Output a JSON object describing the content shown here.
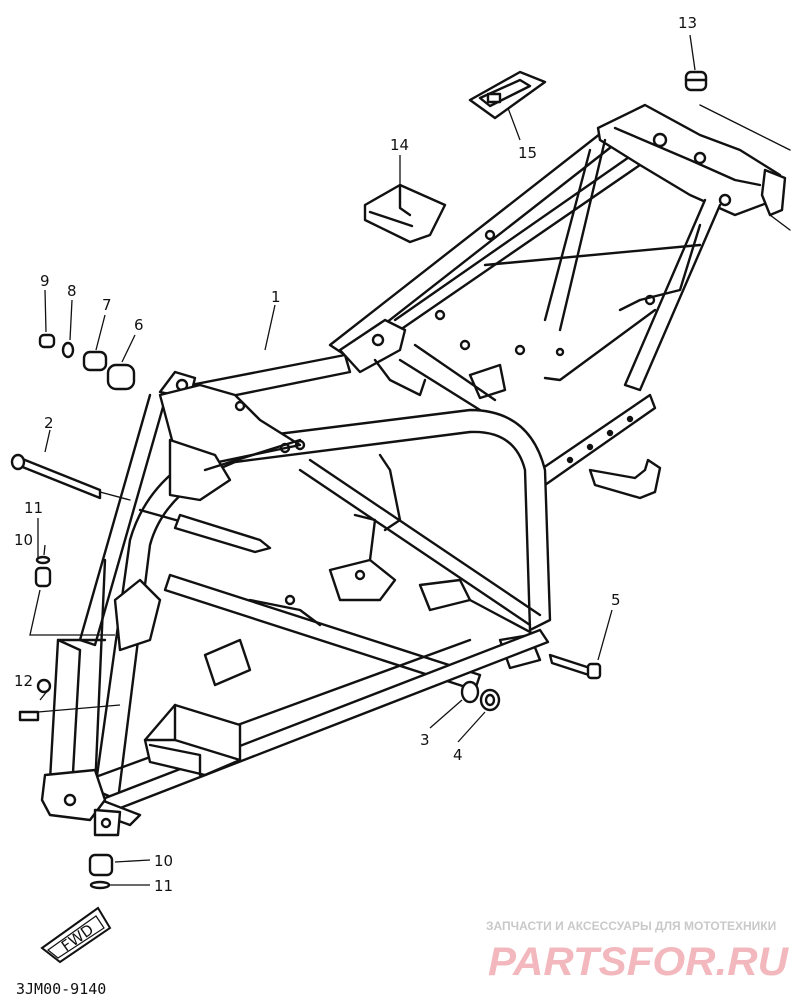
{
  "diagram": {
    "callouts": {
      "c1": "1",
      "c2": "2",
      "c3": "3",
      "c4": "4",
      "c5": "5",
      "c6": "6",
      "c7": "7",
      "c8": "8",
      "c9": "9",
      "c10a": "10",
      "c10b": "10",
      "c11a": "11",
      "c11b": "11",
      "c12": "12",
      "c13": "13",
      "c14": "14",
      "c15": "15"
    },
    "fwd_mark": "FWD",
    "drawing_code": "3JM00-9140"
  },
  "watermark": {
    "tagline": "ЗАПЧАСТИ И АКСЕССУАРЫ ДЛЯ МОТОТЕХНИКИ",
    "logo": "PARTSFOR.RU"
  },
  "colors": {
    "ink": "#111111",
    "background": "#ffffff",
    "watermark_logo": "#f2b8bd",
    "watermark_text": "#c9c9c9"
  }
}
